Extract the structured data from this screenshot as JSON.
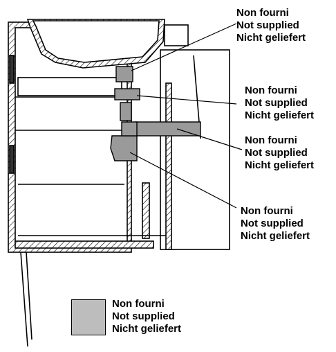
{
  "callouts": [
    {
      "line1": "Non fourni",
      "line2": "Not supplied",
      "line3": "Nicht geliefert"
    },
    {
      "line1": "Non fourni",
      "line2": "Not supplied",
      "line3": "Nicht geliefert"
    },
    {
      "line1": "Non fourni",
      "line2": "Not supplied",
      "line3": "Nicht geliefert"
    },
    {
      "line1": "Non fourni",
      "line2": "Not supplied",
      "line3": "Nicht geliefert"
    }
  ],
  "legend": {
    "line1": "Non fourni",
    "line2": "Not supplied",
    "line3": "Nicht geliefert"
  },
  "colors": {
    "not_supplied_fill": "#9a9a9a",
    "legend_fill": "#bdbdbd",
    "line": "#000000"
  }
}
